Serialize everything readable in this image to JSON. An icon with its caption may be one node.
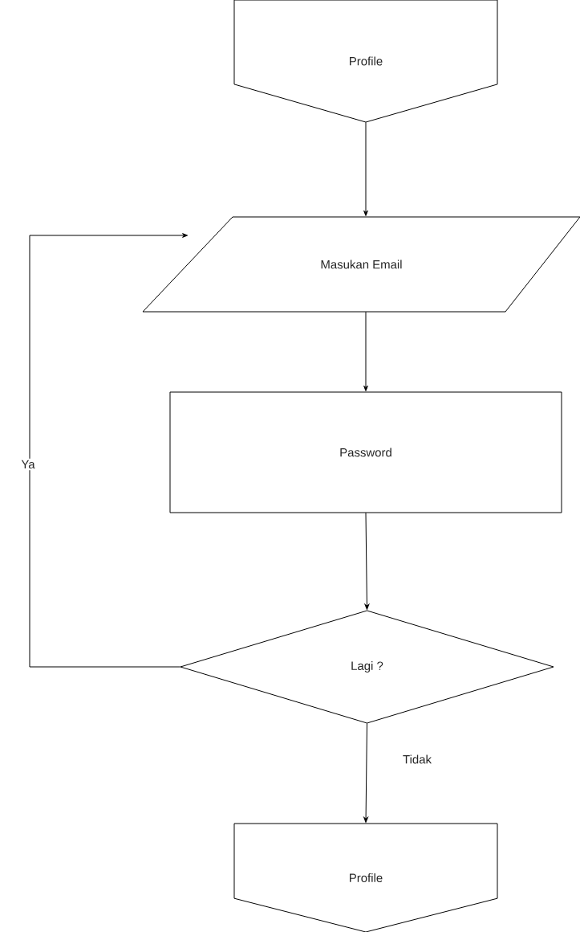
{
  "diagram": {
    "nodes": [
      {
        "text": [
          "Profile"
        ]
      },
      {
        "text": [
          "Masukan Email"
        ]
      },
      {
        "text": [
          "Password"
        ]
      },
      {
        "text": [
          "Lagi ?"
        ]
      },
      {
        "text": [
          "Profile"
        ]
      }
    ],
    "edges": [
      {
        "from": 0,
        "to": 1,
        "arrow": "to"
      },
      {
        "from": 1,
        "to": 2,
        "arrow": "to"
      },
      {
        "from": 2,
        "to": 3,
        "arrow": "to"
      },
      {
        "from": 3,
        "to": 1,
        "arrow": "to",
        "label": "Ya"
      },
      {
        "from": 3,
        "to": 4,
        "arrow": "to",
        "label": "Tidak"
      }
    ]
  }
}
